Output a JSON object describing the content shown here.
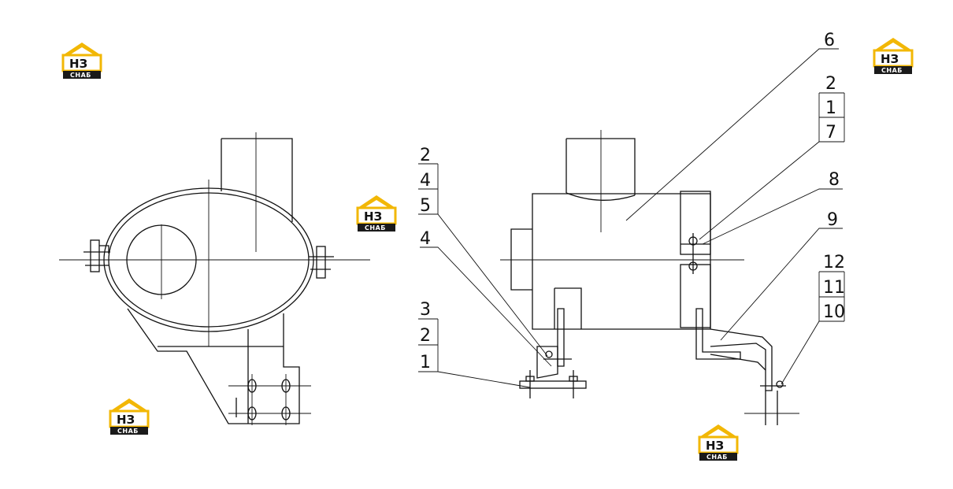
{
  "callouts": {
    "c6": "6",
    "c2a": "2",
    "c1a": "1",
    "c7": "7",
    "c8": "8",
    "c9": "9",
    "c12": "12",
    "c11": "11",
    "c10": "10",
    "c2b": "2",
    "c4a": "4",
    "c5": "5",
    "c4b": "4",
    "c3": "3",
    "c2c": "2",
    "c1b": "1"
  },
  "watermark": {
    "monogram": "НЗ",
    "word": "СНАБ",
    "colors": {
      "roof": "#f2b705",
      "ink": "#111111",
      "band": "#1a1a1a"
    }
  }
}
